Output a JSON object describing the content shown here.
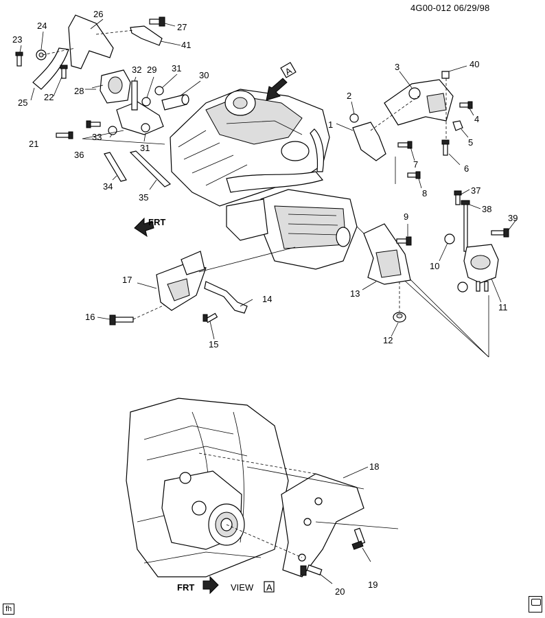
{
  "ref_code": "4G00-012  06/29/98",
  "corner_tag": "fh",
  "logo": "gm-spo-logo",
  "view_marker": "A",
  "frt_top": "FRT",
  "frt_bottom": "FRT",
  "view_label": "VIEW",
  "view_box": "A",
  "callouts": {
    "c1": "1",
    "c2": "2",
    "c3": "3",
    "c4": "4",
    "c5": "5",
    "c6": "6",
    "c7": "7",
    "c8": "8",
    "c9": "9",
    "c10": "10",
    "c11": "11",
    "c12": "12",
    "c13": "13",
    "c14": "14",
    "c15": "15",
    "c16": "16",
    "c17": "17",
    "c18": "18",
    "c19": "19",
    "c20": "20",
    "c21": "21",
    "c22": "22",
    "c23": "23",
    "c24": "24",
    "c25": "25",
    "c26": "26",
    "c27": "27",
    "c28": "28",
    "c29": "29",
    "c30": "30",
    "c31a": "31",
    "c31b": "31",
    "c32": "32",
    "c33": "33",
    "c34": "34",
    "c35": "35",
    "c36": "36",
    "c37": "37",
    "c38": "38",
    "c39": "39",
    "c40": "40",
    "c41": "41"
  }
}
